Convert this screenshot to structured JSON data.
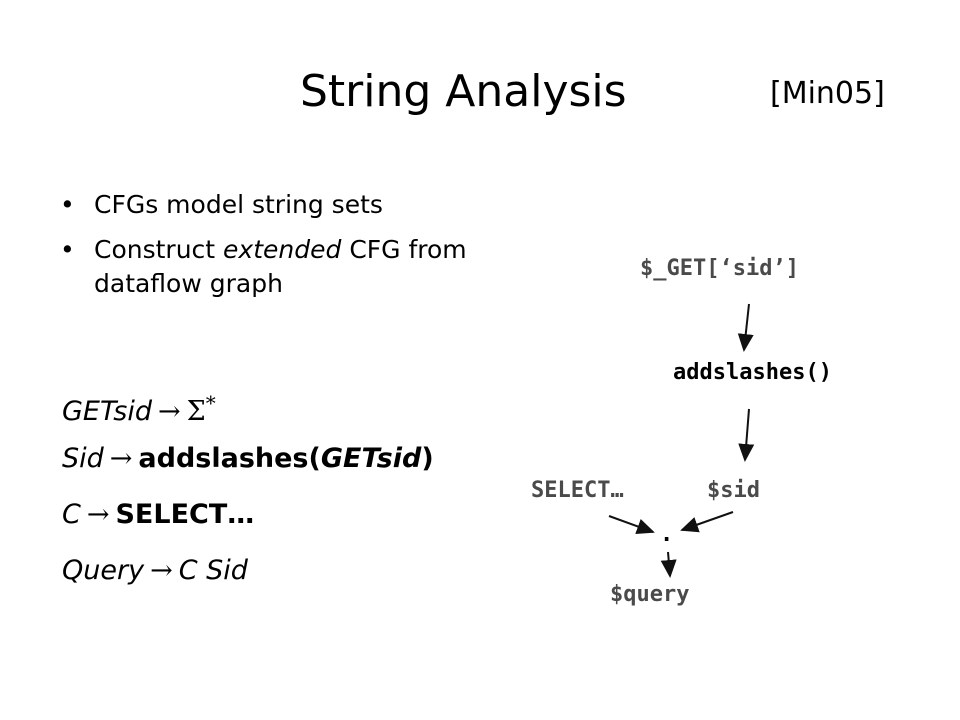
{
  "slide": {
    "title": "String Analysis",
    "citation": "[Min05]"
  },
  "bullets": [
    {
      "text_parts": [
        "CFGs model string sets"
      ]
    },
    {
      "prefix": "Construct ",
      "emphasis": "extended",
      "suffix": " CFG from dataflow graph"
    }
  ],
  "rules": {
    "arrow_symbol": "→",
    "r1": {
      "lhs": "GETsid",
      "sigma": "Σ",
      "star": "*"
    },
    "r2": {
      "lhs": "Sid",
      "fn": "addslashes(",
      "arg": "GETsid",
      "close": ")"
    },
    "r3": {
      "lhs": "C",
      "rhs": "SELECT…"
    },
    "r4": {
      "lhs": "Query",
      "rhs": "C Sid"
    }
  },
  "diagram": {
    "nodes": {
      "get": "$_GET[‘sid’]",
      "addslashes": "addslashes()",
      "select": "SELECT…",
      "sid": "$sid",
      "concat": ".",
      "query": "$query"
    },
    "edges": [
      {
        "from": "get",
        "to": "addslashes"
      },
      {
        "from": "addslashes",
        "to": "sid"
      },
      {
        "from": "select",
        "to": "concat"
      },
      {
        "from": "sid",
        "to": "concat"
      },
      {
        "from": "concat",
        "to": "query"
      }
    ]
  }
}
